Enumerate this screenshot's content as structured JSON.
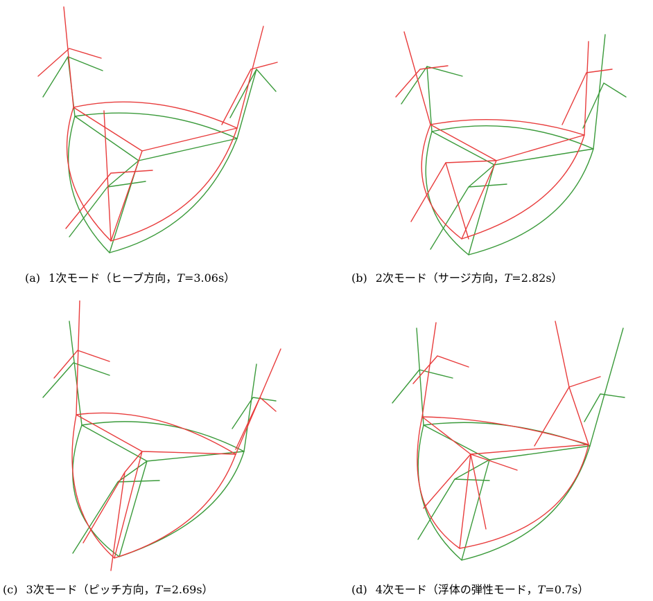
{
  "colors": {
    "original_shape": "#3a9a3a",
    "mode_shape": "#e83c3c"
  },
  "panels": [
    {
      "letter": "(a)",
      "text": "1次モード（ヒーブ方向，",
      "t_symbol": "T",
      "t_value": "=3.06s）"
    },
    {
      "letter": "(b)",
      "text": "2次モード（サージ方向，",
      "t_symbol": "T",
      "t_value": "=2.82s）"
    },
    {
      "letter": "(c)",
      "text": "3次モード（ピッチ方向，",
      "t_symbol": "T",
      "t_value": "=2.69s）"
    },
    {
      "letter": "(d)",
      "text": "4次モード（浮体の弾性モード，",
      "t_symbol": "T",
      "t_value": "=0.7s）"
    }
  ]
}
